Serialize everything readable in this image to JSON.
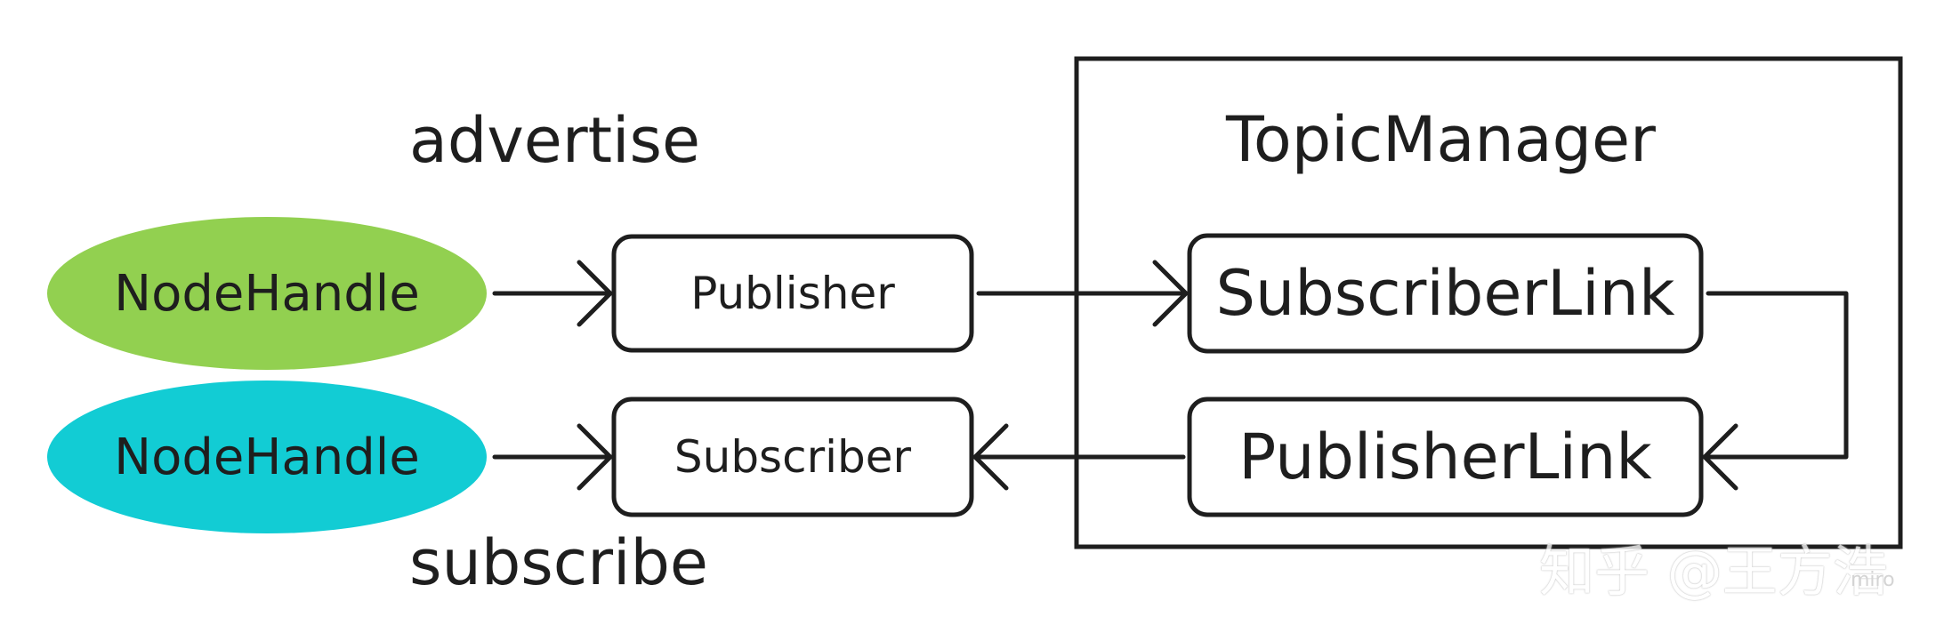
{
  "diagram": {
    "labels": {
      "advertise": "advertise",
      "subscribe": "subscribe",
      "topic_manager": "TopicManager"
    },
    "nodes": {
      "nodehandle_pub": "NodeHandle",
      "nodehandle_sub": "NodeHandle",
      "publisher": "Publisher",
      "subscriber": "Subscriber",
      "subscriber_link": "SubscriberLink",
      "publisher_link": "PublisherLink"
    },
    "colors": {
      "nodehandle_pub_fill": "#92d050",
      "nodehandle_sub_fill": "#12ccd4",
      "stroke": "#1e1e1e"
    },
    "edges": [
      {
        "from": "NodeHandle",
        "to": "Publisher"
      },
      {
        "from": "Publisher",
        "to": "SubscriberLink"
      },
      {
        "from": "SubscriberLink",
        "to": "PublisherLink"
      },
      {
        "from": "PublisherLink",
        "to": "Subscriber"
      },
      {
        "from": "NodeHandle",
        "to": "Subscriber"
      }
    ]
  },
  "watermark": {
    "text": "知乎 @王方浩",
    "miro": "miro"
  }
}
